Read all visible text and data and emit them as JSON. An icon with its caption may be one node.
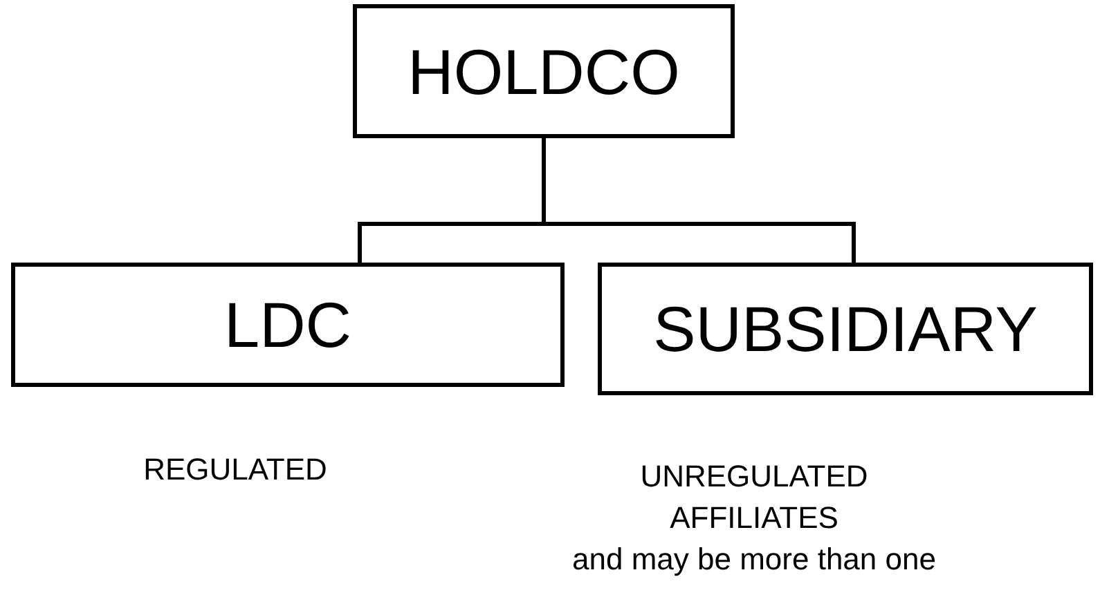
{
  "diagram": {
    "nodes": [
      {
        "text": [
          "HOLDCO"
        ]
      },
      {
        "text": [
          "LDC"
        ],
        "beside": [
          "REGULATED"
        ]
      },
      {
        "text": [
          "SUBSIDIARY"
        ],
        "beside": [
          "UNREGULATED AFFILIATES",
          "and may be more than one"
        ]
      }
    ],
    "edges": [
      {
        "from": 0,
        "to": 1,
        "arrow": "none"
      },
      {
        "from": 0,
        "to": 2,
        "arrow": "none"
      }
    ]
  }
}
